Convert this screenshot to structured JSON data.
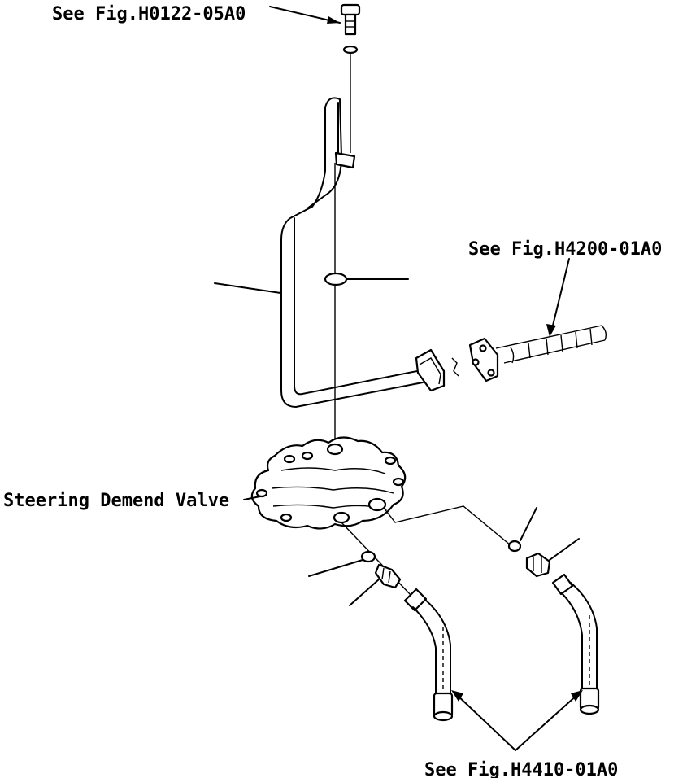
{
  "callouts": {
    "top_ref": "See Fig.H0122-05A0",
    "right_ref": "See Fig.H4200-01A0",
    "bottom_ref": "See Fig.H4410-01A0",
    "valve_label": "Steering Demend Valve"
  },
  "colors": {
    "ink": "#000000",
    "paper": "#ffffff"
  }
}
